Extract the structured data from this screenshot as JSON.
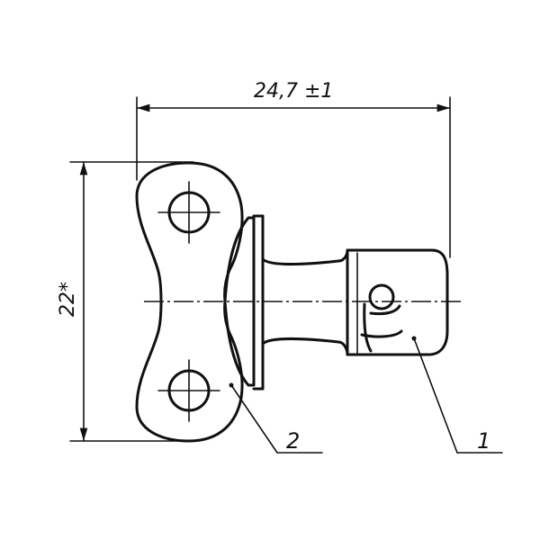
{
  "dimensions": {
    "overall_length": "24,7 ±1",
    "height": "22*"
  },
  "callouts": {
    "part_1": "1",
    "part_2": "2"
  },
  "colors": {
    "line": "#111111",
    "background": "#ffffff"
  }
}
